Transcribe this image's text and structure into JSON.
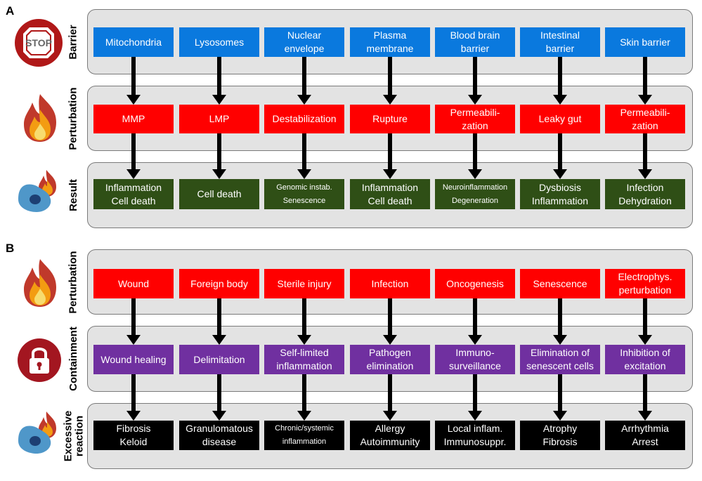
{
  "panels": [
    {
      "letter": "A",
      "rows": [
        {
          "label": "Barrier",
          "color": "blue",
          "icon": "stop-sign-icon",
          "items": [
            "Mitochondria",
            "Lysosomes",
            "Nuclear\nenvelope",
            "Plasma\nmembrane",
            "Blood brain\nbarrier",
            "Intestinal\nbarrier",
            "Skin barrier"
          ]
        },
        {
          "label": "Perturbation",
          "color": "red",
          "icon": "flame-icon",
          "items": [
            "MMP",
            "LMP",
            "Destabilization",
            "Rupture",
            "Permeabili-\nzation",
            "Leaky gut",
            "Permeabili-\nzation"
          ]
        },
        {
          "label": "Result",
          "color": "green",
          "icon": "burning-cell-icon",
          "items": [
            "Inflammation\nCell death",
            "Cell death",
            "Genomic instab.\nSenescence",
            "Inflammation\nCell death",
            "Neuroinflammation\nDegeneration",
            "Dysbiosis\nInflammation",
            "Infection\nDehydration"
          ]
        }
      ]
    },
    {
      "letter": "B",
      "rows": [
        {
          "label": "Perturbation",
          "color": "red",
          "icon": "flame-icon",
          "items": [
            "Wound",
            "Foreign body",
            "Sterile injury",
            "Infection",
            "Oncogenesis",
            "Senescence",
            "Electrophys.\nperturbation"
          ]
        },
        {
          "label": "Containment",
          "color": "purple",
          "icon": "padlock-icon",
          "items": [
            "Wound healing",
            "Delimitation",
            "Self-limited\ninflammation",
            "Pathogen\nelimination",
            "Immuno-\nsurveillance",
            "Elimination of\nsenescent cells",
            "Inhibition of\nexcitation"
          ]
        },
        {
          "label": "Excessive\nreaction",
          "color": "black",
          "icon": "burning-cell-icon",
          "items": [
            "Fibrosis\nKeloid",
            "Granulomatous\ndisease",
            "Chronic/systemic\ninflammation",
            "Allergy\nAutoimmunity",
            "Local inflam.\nImmunosuppr.",
            "Atrophy\nFibrosis",
            "Arrhythmia\nArrest"
          ]
        }
      ]
    }
  ],
  "colors": {
    "blue": "#0a79de",
    "red": "#ff0000",
    "green": "#2f4f16",
    "purple": "#7030a0",
    "black": "#000000",
    "panel": "#e3e3e3"
  }
}
